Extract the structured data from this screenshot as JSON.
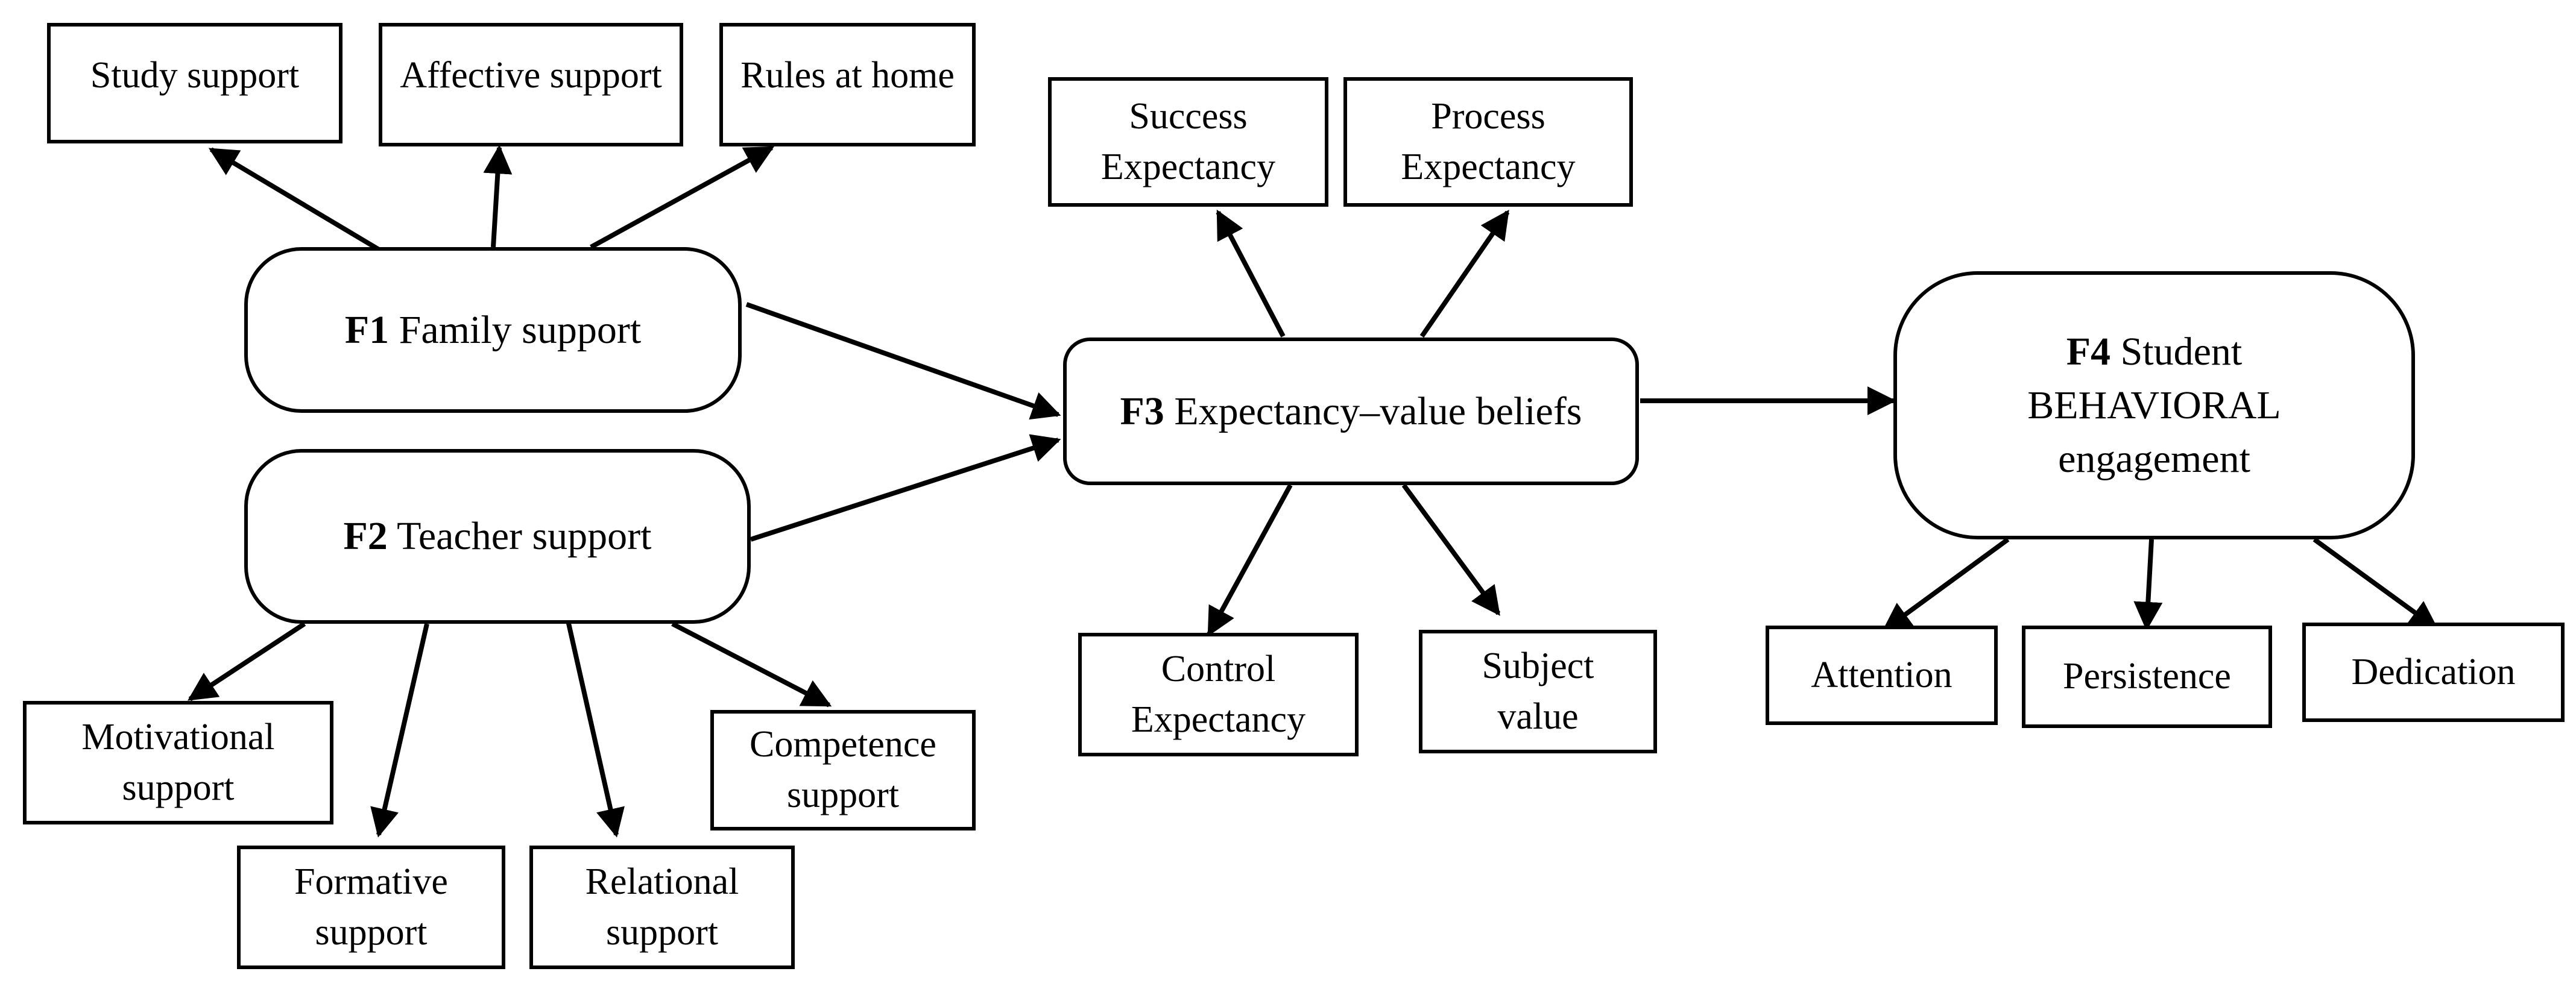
{
  "factors": {
    "f1": {
      "code": "F1",
      "label": "Family support"
    },
    "f2": {
      "code": "F2",
      "label": "Teacher support"
    },
    "f3": {
      "code": "F3",
      "label": "Expectancy–value beliefs"
    },
    "f4": {
      "code": "F4",
      "label_line1": "Student",
      "label_line2": "BEHAVIORAL",
      "label_line3": "engagement"
    }
  },
  "indicators": {
    "f1": [
      "Study support",
      "Affective support",
      "Rules at home"
    ],
    "f2": [
      [
        "Motivational",
        "support"
      ],
      [
        "Formative",
        "support"
      ],
      [
        "Relational",
        "support"
      ],
      [
        "Competence",
        "support"
      ]
    ],
    "f3": [
      [
        "Success",
        "Expectancy"
      ],
      [
        "Process",
        "Expectancy"
      ],
      [
        "Control",
        "Expectancy"
      ],
      [
        "Subject",
        "value"
      ]
    ],
    "f4": [
      "Attention",
      "Persistence",
      "Dedication"
    ]
  }
}
